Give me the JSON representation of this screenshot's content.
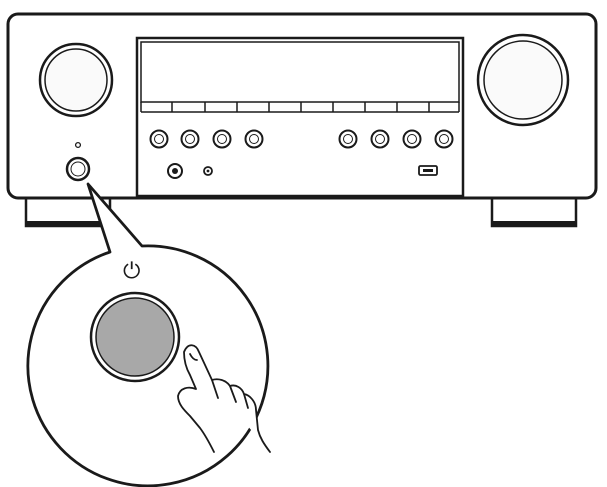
{
  "figure": {
    "callout_symbol": "⏻",
    "colors": {
      "line": "#1a1a1a",
      "body_fill": "#ffffff",
      "knob_inner": "#f4f4f4",
      "power_button_fill": "#a8a8a8",
      "foot_fill": "#ffffff"
    },
    "icons": {
      "power_symbol": "power-icon",
      "hand": "pointing-hand-icon"
    },
    "device": {
      "left_knob": "left-knob",
      "right_knob": "right-knob",
      "display": "display-panel",
      "front_buttons_left_count": 4,
      "front_buttons_right_count": 4,
      "power_button": "power-button"
    }
  }
}
